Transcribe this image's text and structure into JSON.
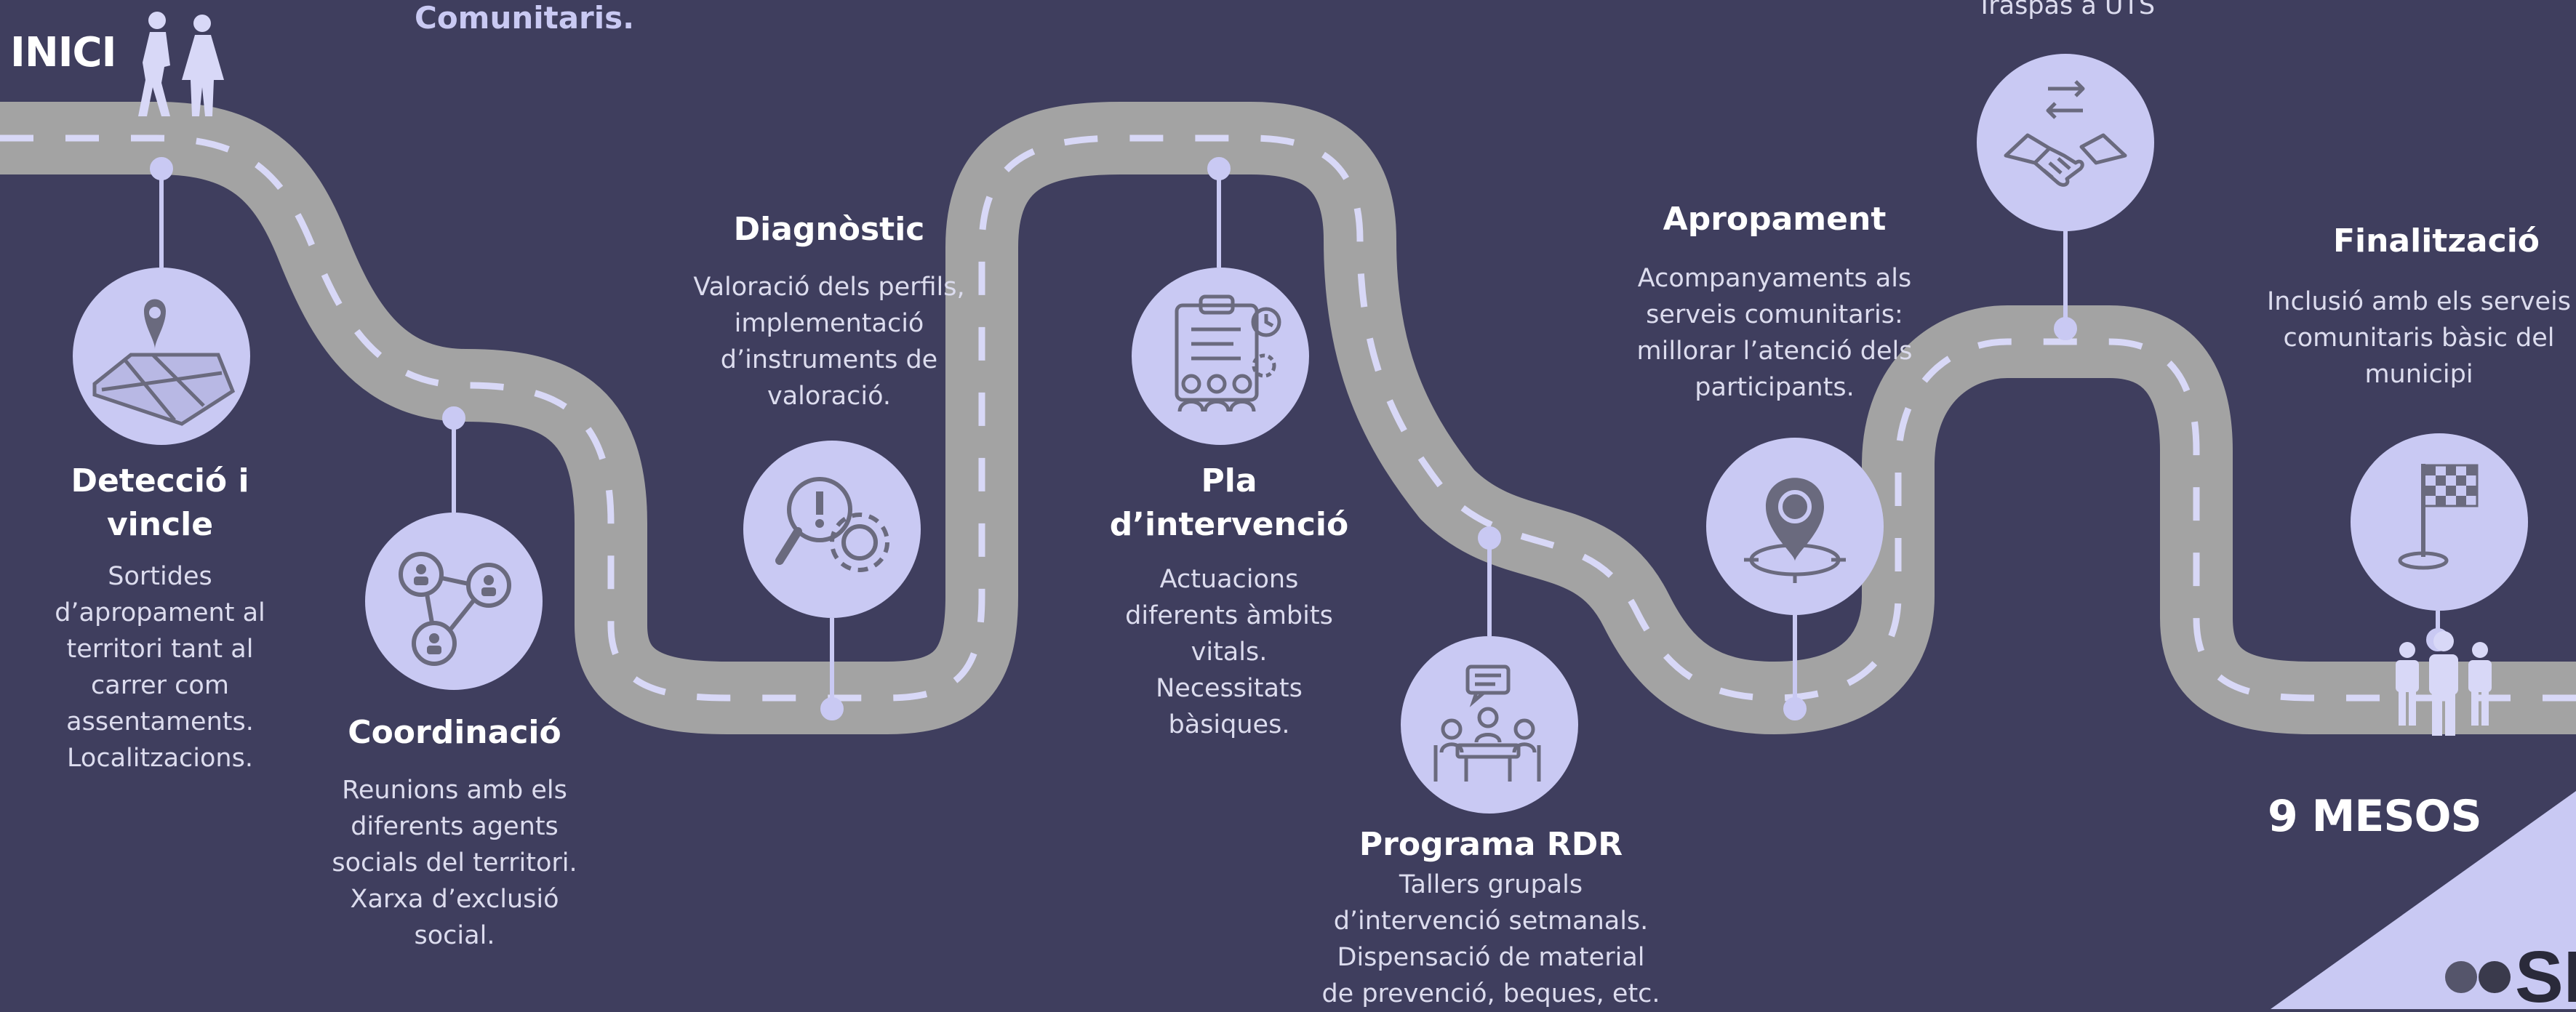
{
  "start_label": "INICI",
  "end_label": "9 MESOS",
  "top_cut_text": "Comunitaris.",
  "top_right_cut_text": "Traspàs a UTS",
  "logo_text": "SER",
  "steps": [
    {
      "title": "Detecció i\nvincle",
      "desc": "Sortides\nd’apropament al\nterritori tant al\ncarrer com\nassentaments.\nLocalitzacions.",
      "icon": "map-pin-icon"
    },
    {
      "title": "Coordinació",
      "desc": "Reunions amb els\ndiferents agents\nsocials del territori.\nXarxa d’exclusió\nsocial.",
      "icon": "network-people-icon"
    },
    {
      "title": "Diagnòstic",
      "desc": "Valoració dels perfils,\nimplementació\nd’instruments de\nvaloració.",
      "icon": "magnifier-gear-icon"
    },
    {
      "title": "Pla\nd’intervenció",
      "desc": "Actuacions\ndiferents àmbits\nvitals.\nNecessitats\nbàsiques.",
      "icon": "clipboard-team-icon"
    },
    {
      "title": "Programa RDR",
      "desc": "Tallers grupals\nd’intervenció setmanals.\nDispensació de material\nde prevenció, beques, etc.",
      "icon": "meeting-table-icon"
    },
    {
      "title": "Apropament",
      "desc": "Acompanyaments als\nserveis comunitaris:\nmillorar l’atenció dels\nparticipants.",
      "icon": "location-target-icon"
    },
    {
      "title": "",
      "desc": "",
      "icon": "handshake-icon"
    },
    {
      "title": "Finalització",
      "desc": "Inclusió amb els serveis\ncomunitaris bàsic del\nmunicipi",
      "icon": "checkered-flag-icon"
    }
  ],
  "colors": {
    "background": "#3f3e5e",
    "road": "#a3a3a3",
    "dash": "#d8d8f7",
    "circle": "#c9c9f3",
    "icon": "#6a6a7e"
  }
}
